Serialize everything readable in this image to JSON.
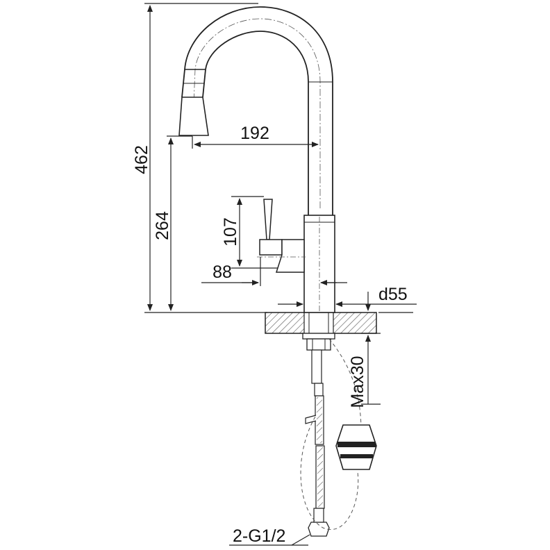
{
  "dimensions": {
    "overall_height": "462",
    "spout_height": "264",
    "spout_reach": "192",
    "lever_height": "107",
    "lever_reach": "88",
    "base_diameter": "d55",
    "max_thickness": "Max30",
    "connection": "2-G1/2"
  },
  "colors": {
    "line": "#222222",
    "hatch": "#555555",
    "background": "#ffffff"
  }
}
